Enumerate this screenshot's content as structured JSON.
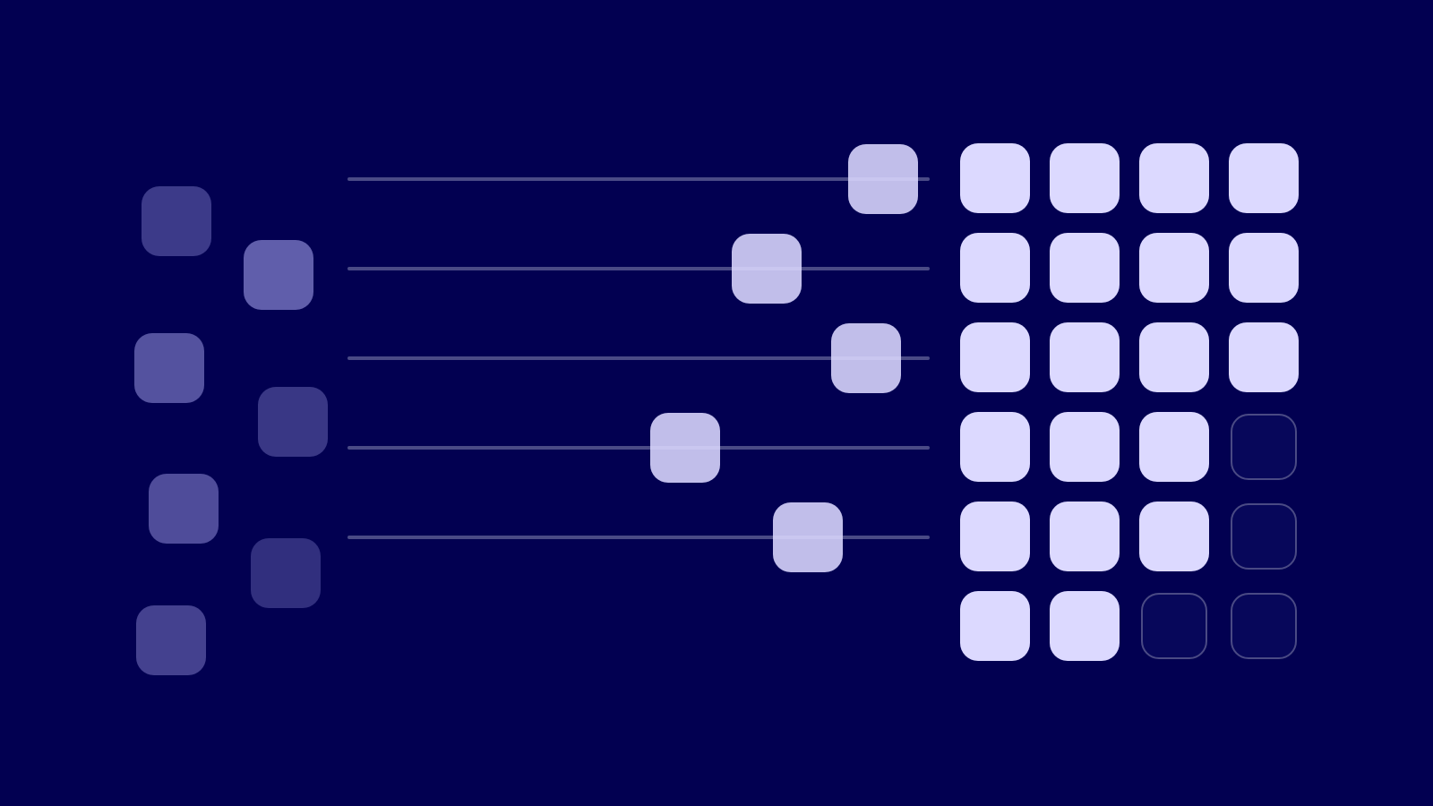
{
  "palette": {
    "background": "#020051",
    "tile_light": "#dcd9ff",
    "tile_scatter": "#b9b5ff",
    "track": "#4a4a86",
    "empty_cell": "#07075a",
    "empty_cell_border": "#4a4a84"
  },
  "scatter_tiles": [
    {
      "opacity": 0.32
    },
    {
      "opacity": 0.52
    },
    {
      "opacity": 0.45
    },
    {
      "opacity": 0.3
    },
    {
      "opacity": 0.42
    },
    {
      "opacity": 0.26
    },
    {
      "opacity": 0.36
    }
  ],
  "sliders": [
    {
      "value": 0.92
    },
    {
      "value": 0.72
    },
    {
      "value": 0.89
    },
    {
      "value": 0.58
    },
    {
      "value": 0.79
    }
  ],
  "grid": {
    "columns": 4,
    "filled_per_row": [
      4,
      4,
      4,
      3,
      3,
      2
    ]
  }
}
